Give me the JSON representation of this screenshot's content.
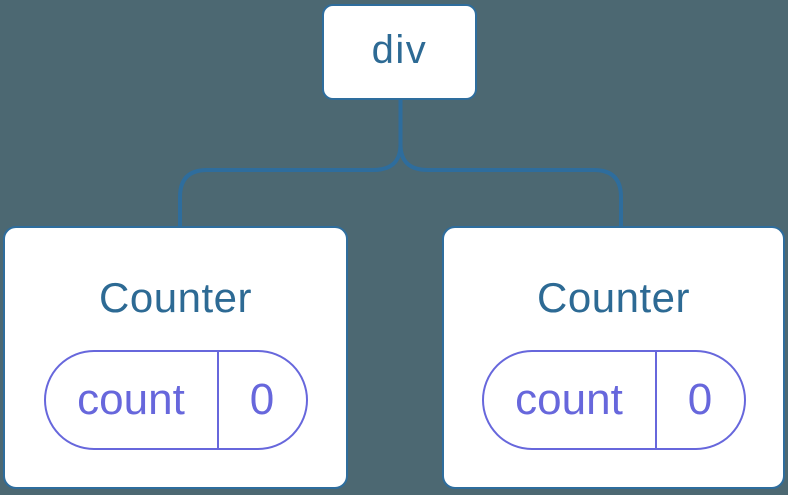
{
  "colors": {
    "background": "#4C6872",
    "blue": "#2E6D9D",
    "text_blue": "#2D6A94",
    "purple": "#6767DC",
    "box_bg": "#FFFFFF"
  },
  "tree": {
    "root": {
      "label": "div"
    },
    "children": [
      {
        "label": "Counter",
        "state": {
          "key": "count",
          "value": "0"
        }
      },
      {
        "label": "Counter",
        "state": {
          "key": "count",
          "value": "0"
        }
      }
    ]
  }
}
